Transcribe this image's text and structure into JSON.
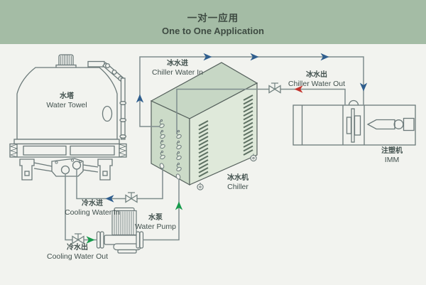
{
  "header": {
    "title_zh": "一对一应用",
    "title_en": "One to One Application"
  },
  "equipment": {
    "water_tower": {
      "zh": "水塔",
      "en": "Water Towel"
    },
    "chiller": {
      "zh": "冰水机",
      "en": "Chiller"
    },
    "imm": {
      "zh": "注塑机",
      "en": "IMM"
    },
    "water_pump": {
      "zh": "水泵",
      "en": "Water Pump"
    }
  },
  "pipes": {
    "chiller_water_in": {
      "zh": "冰水进",
      "en": "Chiller Water In",
      "flow_color": "#2f5e8e"
    },
    "chiller_water_out": {
      "zh": "冰水出",
      "en": "Chiller Water Out",
      "flow_color": "#c4332d"
    },
    "cooling_water_in": {
      "zh": "冷水进",
      "en": "Cooling Water In",
      "flow_color": "#2f5e8e"
    },
    "cooling_water_out": {
      "zh": "冷水出",
      "en": "Cooling Water Out",
      "flow_color": "#169a4b"
    }
  },
  "colors": {
    "header_bg": "#a4bca5",
    "canvas_bg": "#f2f3ef",
    "pipe_line": "#7f8d8d",
    "equipment_outline": "#6b7979",
    "chiller_front": "#ccdbc8",
    "chiller_top": "#c7d7c5",
    "chiller_side": "#dfe9da",
    "vent_slat": "#5e7163",
    "arrow_blue": "#2f5e8e",
    "arrow_green": "#169a4b",
    "arrow_red": "#c4332d",
    "label_text": "#41504d",
    "header_text": "#3e4b42"
  }
}
